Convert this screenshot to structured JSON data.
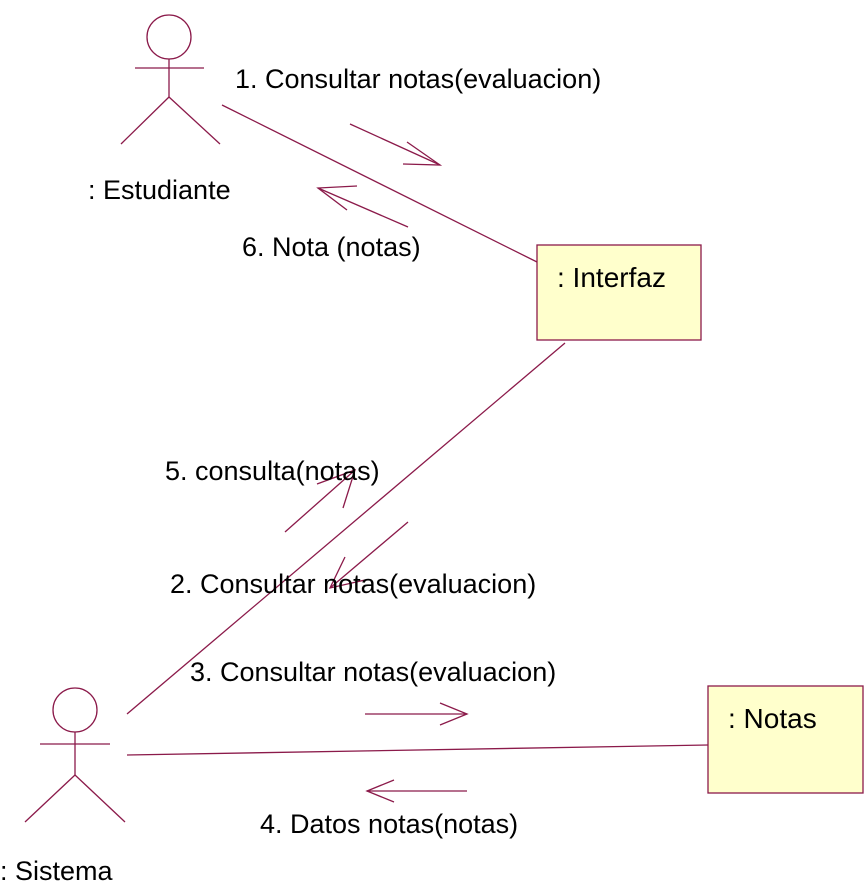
{
  "colors": {
    "line": "#8b1a4a",
    "object_fill": "#ffffcc",
    "text": "#000000",
    "background": "#ffffff"
  },
  "actors": {
    "estudiante": {
      "name": ": Estudiante"
    },
    "sistema": {
      "name": ": Sistema"
    }
  },
  "objects": {
    "interfaz": {
      "name": ": Interfaz"
    },
    "notas": {
      "name": ": Notas"
    }
  },
  "messages": {
    "m1": "1. Consultar notas(evaluacion)",
    "m2": "2. Consultar notas(evaluacion)",
    "m3": "3. Consultar notas(evaluacion)",
    "m4": "4. Datos notas(notas)",
    "m5": "5. consulta(notas)",
    "m6": "6. Nota (notas)"
  }
}
